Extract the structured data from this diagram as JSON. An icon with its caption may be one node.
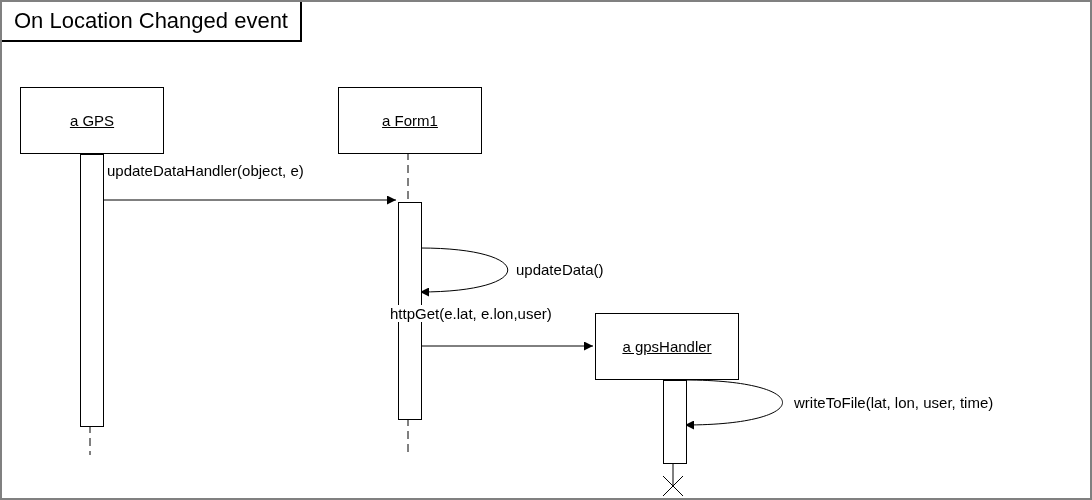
{
  "diagram": {
    "nodes": [
      {
        "text": [
          "On Location Changed event"
        ]
      },
      {
        "text": [
          "a GPS"
        ],
        "in": 0
      },
      {
        "text": [
          "a Form1"
        ],
        "in": 0
      },
      {
        "text": [
          "a gpsHandler"
        ],
        "in": 0
      },
      {
        "text": [],
        "shape": "bar",
        "in": 0
      },
      {
        "text": [],
        "shape": "bar",
        "in": 0
      },
      {
        "text": [],
        "shape": "bar",
        "in": 0
      }
    ],
    "edges": [
      {
        "from": 2,
        "to": 5,
        "arrow": "none",
        "style": "dashed"
      },
      {
        "from": 4,
        "to": 5,
        "arrow": "to",
        "label": "updateDataHandler(object, e)"
      },
      {
        "from": 5,
        "to": 5,
        "arrow": "to",
        "label": "updateData()"
      },
      {
        "from": 5,
        "to": 3,
        "arrow": "to",
        "label": "httpGet(e.lat, e.lon,user)"
      },
      {
        "from": 6,
        "to": 6,
        "arrow": "to",
        "label": "writeToFile(lat, lon, user, time)"
      }
    ]
  }
}
